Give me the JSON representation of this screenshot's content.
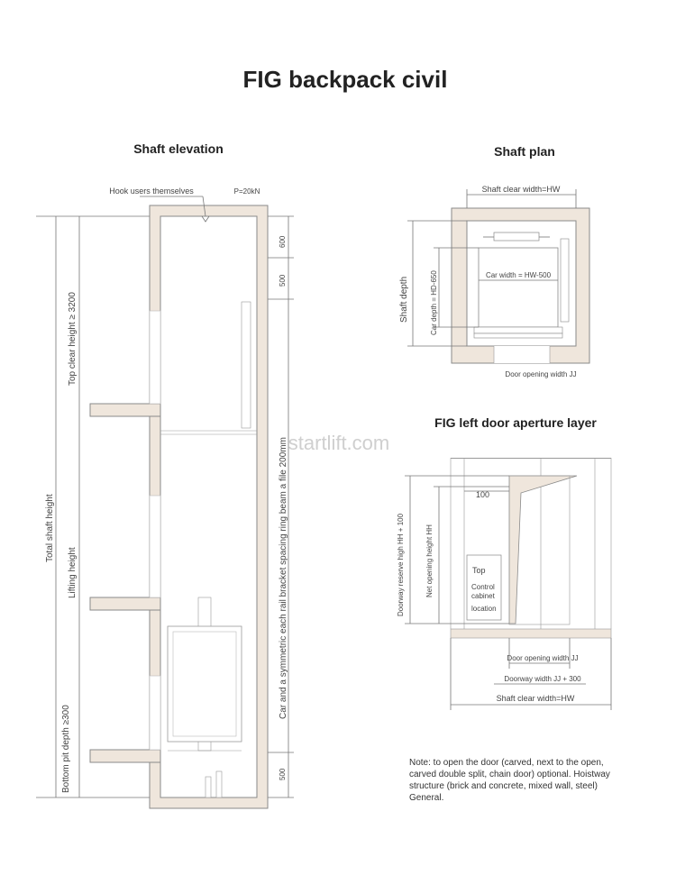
{
  "title": "FIG backpack civil",
  "elevation": {
    "heading": "Shaft elevation",
    "hook_label": "Hook users themselves",
    "load_label": "P=20kN",
    "dim_top_600": "600",
    "dim_top_500": "500",
    "dim_bottom_500": "500",
    "rail_text": "Car and a symmetric each rail bracket spacing ring beam a file 200mm",
    "top_clear": "Top clear height ≥ 3200",
    "total_height": "Total shaft height",
    "lifting_height": "Lifting height",
    "pit_depth": "Bottom pit depth ≥300"
  },
  "plan": {
    "heading": "Shaft  plan",
    "clear_width": "Shaft clear width=HW",
    "shaft_depth": "Shaft depth",
    "car_width": "Car width = HW-500",
    "car_depth": "Car depth = HD-650",
    "door_opening": "Door opening width JJ"
  },
  "door": {
    "heading": "FIG left door aperture layer",
    "dim_100": "100",
    "reserve_height": "Doorway reserve high HH + 100",
    "net_height": "Net opening height HH",
    "cabinet_lines": [
      "Top",
      "Control",
      "cabinet",
      "location"
    ],
    "door_opening": "Door opening width JJ",
    "doorway_width": "Doorway width JJ + 300",
    "clear_width": "Shaft clear width=HW"
  },
  "note_lines": [
    "Note: to open the door (carved, next to the open,",
    "carved double split, chain door) optional. Hoistway",
    "structure (brick and concrete, mixed wall, steel)",
    "General."
  ],
  "watermark": "startlift.com"
}
